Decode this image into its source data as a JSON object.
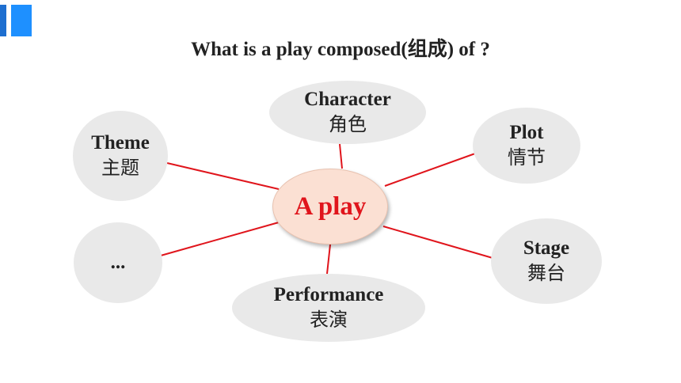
{
  "title": "What is a play composed(组成) of ?",
  "center": {
    "label": "A play"
  },
  "nodes": {
    "character": {
      "en": "Character",
      "zh": "角色"
    },
    "plot": {
      "en": "Plot",
      "zh": "情节"
    },
    "theme": {
      "en": "Theme",
      "zh": "主题"
    },
    "stage": {
      "en": "Stage",
      "zh": "舞台"
    },
    "performance": {
      "en": "Performance",
      "zh": "表演"
    },
    "other": {
      "en": "...",
      "zh": ""
    }
  },
  "colors": {
    "connector": "#e0151c",
    "center_text": "#e0151c",
    "center_fill": "#fbe0d3",
    "node_fill": "#e9e9e9",
    "accent_bar": "#1e90ff"
  }
}
